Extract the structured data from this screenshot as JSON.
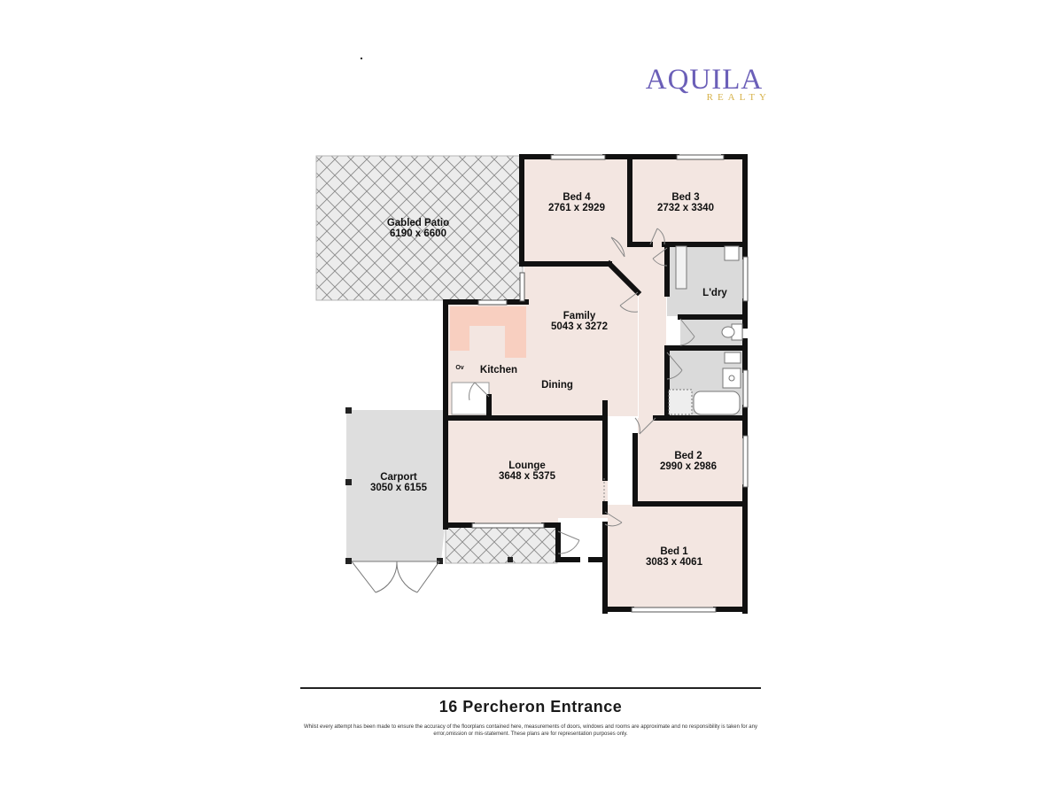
{
  "brand": {
    "name": "AQUILA",
    "tagline": "REALTY",
    "primary_color": "#6b5fb8",
    "accent_color": "#d7b24a"
  },
  "plan": {
    "address": "16 Percheron Entrance",
    "disclaimer": "Whilst every attempt has been made to ensure the accuracy of the floorplans contained here, measurements of doors, windows and rooms are approximate and no responsibility is taken for any error,omission or mis-statement. These plans are for representation purposes only.",
    "colors": {
      "bedroom_fill": "#f3e6e1",
      "living_fill": "#f3e6e1",
      "wet_area_fill": "#dcdcdc",
      "carport_fill": "#dddddd",
      "kitchen_bench_fill": "#f8cfc0",
      "wall": "#111111"
    },
    "rooms": {
      "bed4": {
        "name": "Bed 4",
        "size": "2761 x 2929"
      },
      "bed3": {
        "name": "Bed 3",
        "size": "2732 x 3340"
      },
      "patio": {
        "name": "Gabled Patio",
        "size": "6190 x 6600"
      },
      "laundry": {
        "name": "L'dry"
      },
      "family": {
        "name": "Family",
        "size": "5043 x 3272"
      },
      "kitchen": {
        "name": "Kitchen",
        "oven": "Ov"
      },
      "dining": {
        "name": "Dining"
      },
      "lounge": {
        "name": "Lounge",
        "size": "3648 x 5375"
      },
      "bed2": {
        "name": "Bed 2",
        "size": "2990 x 2986"
      },
      "carport": {
        "name": "Carport",
        "size": "3050 x 6155"
      },
      "bed1": {
        "name": "Bed 1",
        "size": "3083 x 4061"
      }
    }
  }
}
